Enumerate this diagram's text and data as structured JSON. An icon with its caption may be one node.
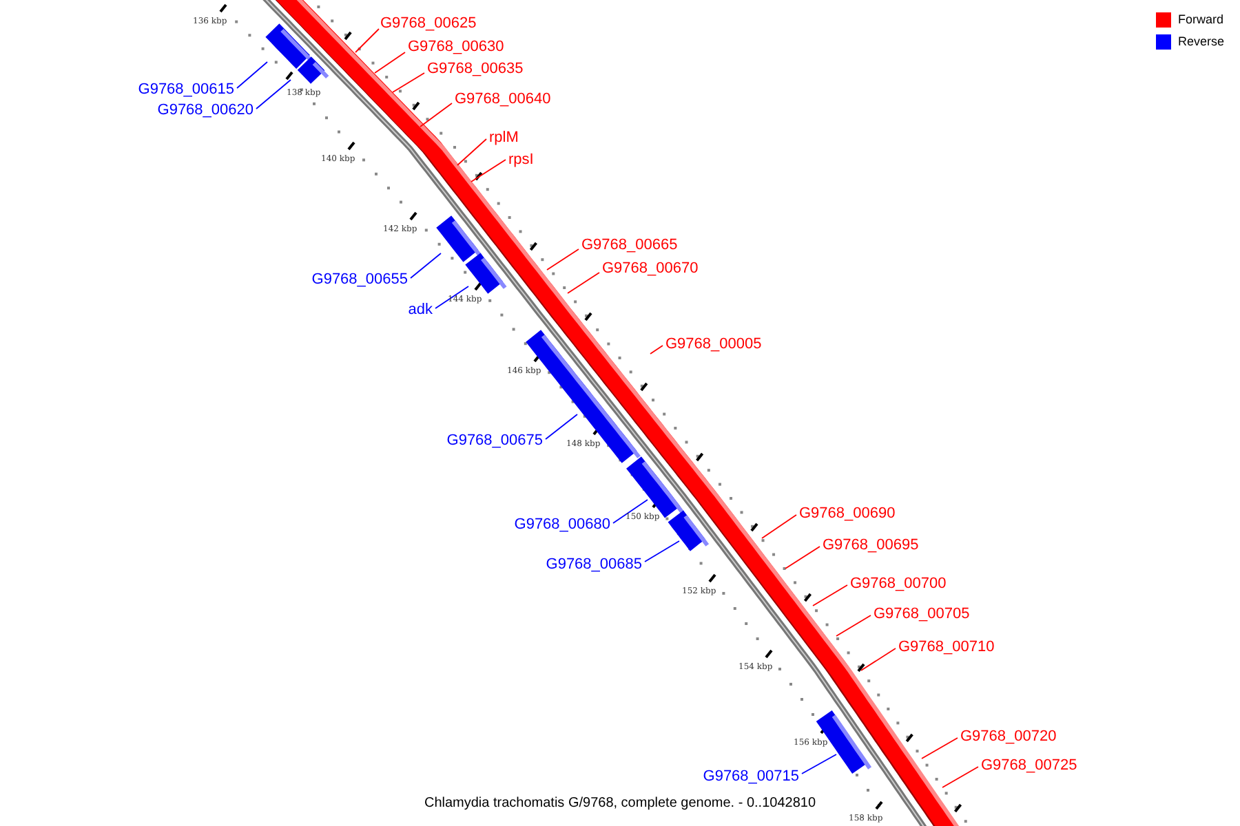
{
  "diagram": {
    "caption": "Chlamydia trachomatis G/9768, complete genome. - 0..1042810",
    "nodes": [
      {
        "text": [
          "G9768_00625"
        ]
      },
      {
        "text": [
          "G9768_00630"
        ]
      },
      {
        "text": [
          "G9768_00635"
        ]
      },
      {
        "text": [
          "G9768_00640"
        ]
      },
      {
        "text": [
          "rplM"
        ]
      },
      {
        "text": [
          "rpsI"
        ]
      },
      {
        "text": [
          "G9768_00665"
        ]
      },
      {
        "text": [
          "G9768_00670"
        ]
      },
      {
        "text": [
          "G9768_00005"
        ]
      },
      {
        "text": [
          "G9768_00690"
        ]
      },
      {
        "text": [
          "G9768_00695"
        ]
      },
      {
        "text": [
          "G9768_00700"
        ]
      },
      {
        "text": [
          "G9768_00705"
        ]
      },
      {
        "text": [
          "G9768_00710"
        ]
      },
      {
        "text": [
          "G9768_00720"
        ]
      },
      {
        "text": [
          "G9768_00725"
        ]
      },
      {
        "text": [
          "G9768_00615"
        ]
      },
      {
        "text": [
          "G9768_00620"
        ]
      },
      {
        "text": [
          "G9768_00655"
        ]
      },
      {
        "text": [
          "adk"
        ]
      },
      {
        "text": [
          "G9768_00675"
        ]
      },
      {
        "text": [
          "G9768_00680"
        ]
      },
      {
        "text": [
          "G9768_00685"
        ]
      },
      {
        "text": [
          "G9768_00715"
        ]
      },
      {
        "text": [],
        "shape": "box"
      },
      {
        "text": [],
        "shape": "box"
      },
      {
        "text": [],
        "shape": "box"
      },
      {
        "text": [],
        "shape": "box"
      },
      {
        "text": [],
        "shape": "box"
      },
      {
        "text": [],
        "shape": "box"
      },
      {
        "text": [],
        "shape": "box"
      },
      {
        "text": [],
        "shape": "box"
      }
    ],
    "edges": [
      {
        "from": 0,
        "to": null,
        "arrow": "none"
      },
      {
        "from": 1,
        "to": null,
        "arrow": "none"
      },
      {
        "from": 2,
        "to": null,
        "arrow": "none"
      },
      {
        "from": 3,
        "to": null,
        "arrow": "none"
      },
      {
        "from": 4,
        "to": null,
        "arrow": "none"
      },
      {
        "from": 5,
        "to": null,
        "arrow": "none"
      },
      {
        "from": 6,
        "to": null,
        "arrow": "none"
      },
      {
        "from": 7,
        "to": null,
        "arrow": "none"
      },
      {
        "from": 8,
        "to": null,
        "arrow": "none"
      },
      {
        "from": 9,
        "to": null,
        "arrow": "none"
      },
      {
        "from": 10,
        "to": null,
        "arrow": "none"
      },
      {
        "from": 11,
        "to": null,
        "arrow": "none"
      },
      {
        "from": 12,
        "to": null,
        "arrow": "none"
      },
      {
        "from": 13,
        "to": null,
        "arrow": "none"
      },
      {
        "from": 14,
        "to": null,
        "arrow": "none"
      },
      {
        "from": 15,
        "to": null,
        "arrow": "none"
      },
      {
        "from": 16,
        "to": 24,
        "arrow": "none",
        "color": "#0000ff"
      },
      {
        "from": 17,
        "to": 25,
        "arrow": "none",
        "color": "#0000ff"
      },
      {
        "from": 18,
        "to": 26,
        "arrow": "none",
        "color": "#0000ff"
      },
      {
        "from": 19,
        "to": 27,
        "arrow": "none",
        "color": "#0000ff"
      },
      {
        "from": 20,
        "to": 28,
        "arrow": "none",
        "color": "#0000ff"
      },
      {
        "from": 21,
        "to": 29,
        "arrow": "none",
        "color": "#0000ff"
      },
      {
        "from": 22,
        "to": 30,
        "arrow": "none",
        "color": "#0000ff"
      },
      {
        "from": 23,
        "to": 31,
        "arrow": "none",
        "color": "#0000ff"
      }
    ],
    "labels": [
      "136 kbp",
      "138 kbp",
      "140 kbp",
      "142 kbp",
      "144 kbp",
      "146 kbp",
      "148 kbp",
      "150 kbp",
      "152 kbp",
      "154 kbp",
      "156 kbp",
      "158 kbp"
    ],
    "legend": [
      {
        "text": "Forward",
        "color": "#ff0000"
      },
      {
        "text": "Reverse",
        "color": "#0000ff"
      }
    ]
  }
}
